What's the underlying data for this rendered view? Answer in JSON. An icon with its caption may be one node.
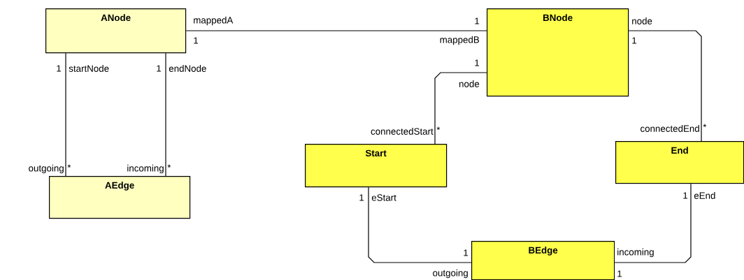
{
  "diagram": {
    "nodes": [
      {
        "text": [
          "ANode"
        ]
      },
      {
        "text": [
          "BNode"
        ]
      },
      {
        "text": [
          "Start"
        ]
      },
      {
        "text": [
          "End"
        ]
      },
      {
        "text": [
          "AEdge"
        ]
      },
      {
        "text": [
          "BEdge"
        ]
      }
    ],
    "edges": [
      {
        "from": 0,
        "to": 1,
        "arrow": "none"
      },
      {
        "from": 0,
        "to": 4,
        "arrow": "none"
      },
      {
        "from": 0,
        "to": 4,
        "arrow": "none"
      },
      {
        "from": 1,
        "to": 2,
        "arrow": "none"
      },
      {
        "from": 1,
        "to": 3,
        "arrow": "none"
      },
      {
        "from": 2,
        "to": 5,
        "arrow": "none"
      },
      {
        "from": 3,
        "to": 5,
        "arrow": "none"
      }
    ],
    "labels": [
      "mappedA",
      "1",
      "1",
      "mappedB",
      "node",
      "1",
      "1",
      "startNode",
      "1",
      "endNode",
      "1",
      "node",
      "connectedStart",
      "*",
      "connectedEnd",
      "*",
      "outgoing",
      "*",
      "incoming",
      "*",
      "1",
      "eStart",
      "1",
      "eEnd",
      "1",
      "incoming",
      "outgoing",
      "1"
    ]
  }
}
